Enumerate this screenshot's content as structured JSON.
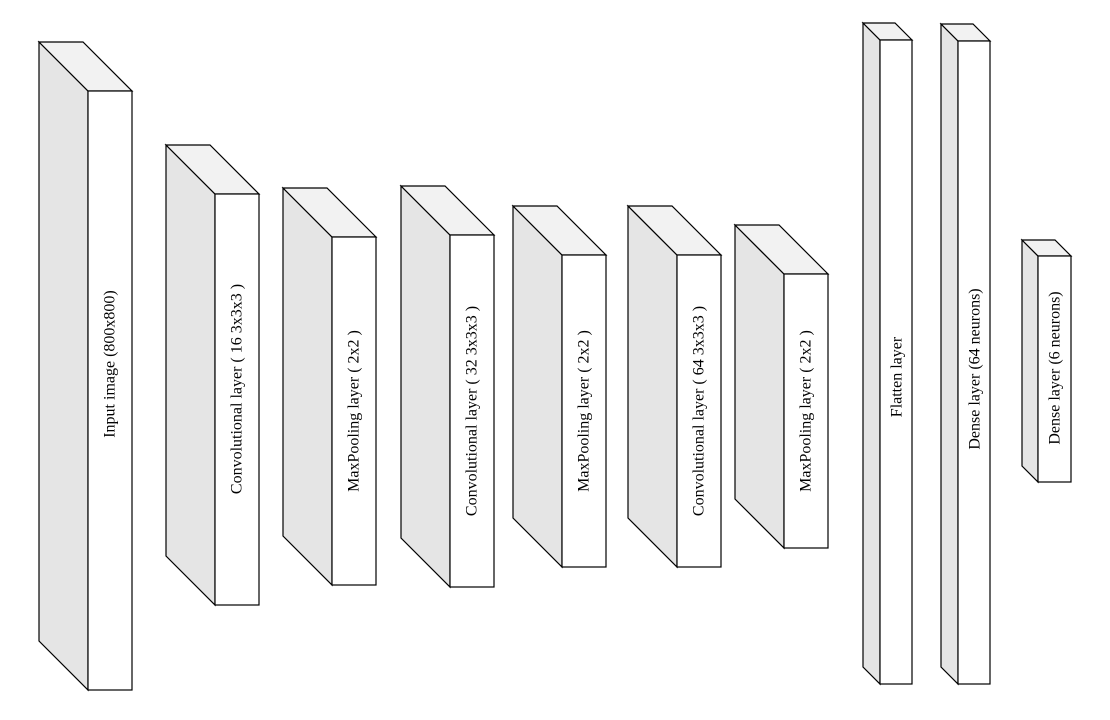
{
  "layers": [
    {
      "label": "Input image (800x800)"
    },
    {
      "label": "Convolutional layer ( 16 3x3x3 )"
    },
    {
      "label": "MaxPooling layer ( 2x2 )"
    },
    {
      "label": "Convolutional layer ( 32 3x3x3 )"
    },
    {
      "label": "MaxPooling layer ( 2x2 )"
    },
    {
      "label": "Convolutional layer ( 64 3x3x3 )"
    },
    {
      "label": "MaxPooling layer ( 2x2 )"
    },
    {
      "label": "Flatten layer"
    },
    {
      "label": "Dense layer (64 neurons)"
    },
    {
      "label": "Dense layer (6 neurons)"
    }
  ],
  "colors": {
    "front": "#ffffff",
    "side": "#e5e5e5",
    "top": "#f2f2f2",
    "stroke": "#000000"
  }
}
